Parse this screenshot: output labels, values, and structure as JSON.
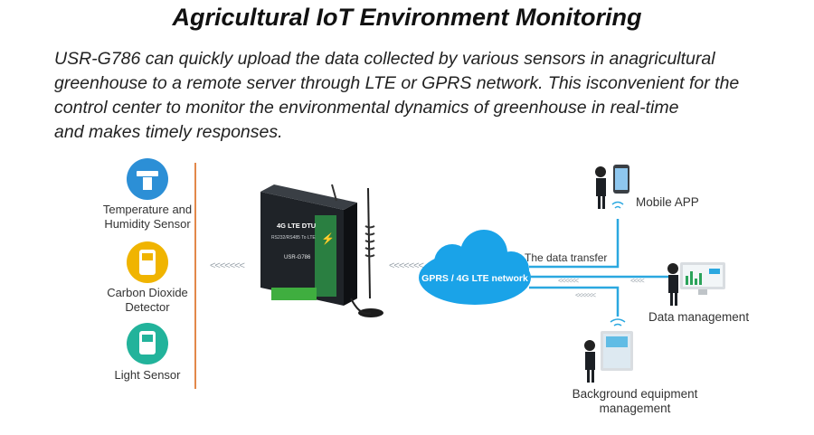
{
  "title": "Agricultural IoT Environment Monitoring",
  "description": [
    "USR-G786 can quickly upload the data collected by various sensors in anagricultural",
    "greenhouse to a remote server through LTE or GPRS network. This isconvenient for the",
    "control center to monitor the environmental dynamics of greenhouse in real-time",
    "and makes timely responses."
  ],
  "sensors": [
    {
      "label1": "Temperature and",
      "label2": "Humidity Sensor",
      "icon": "thermometer-icon",
      "color": "#2c8fd6"
    },
    {
      "label1": "Carbon Dioxide",
      "label2": "Detector",
      "icon": "co2-detector-icon",
      "color": "#f0b400"
    },
    {
      "label1": "Light Sensor",
      "label2": "",
      "icon": "light-sensor-icon",
      "color": "#22b39b"
    }
  ],
  "device": {
    "name": "4G LTE DTU",
    "sub": "RS232/RS485 To LTE",
    "model": "USR-G786"
  },
  "cloud_label": "GPRS / 4G LTE network",
  "transfer_label": "The data transfer",
  "arrows": "<<<<<<<",
  "endpoints": {
    "mobile": "Mobile APP",
    "data": "Data management",
    "background1": "Background equipment",
    "background2": "management"
  },
  "colors": {
    "line": "#2ba8e0",
    "cloud": "#1aa3e8",
    "divider": "#e2884a"
  }
}
